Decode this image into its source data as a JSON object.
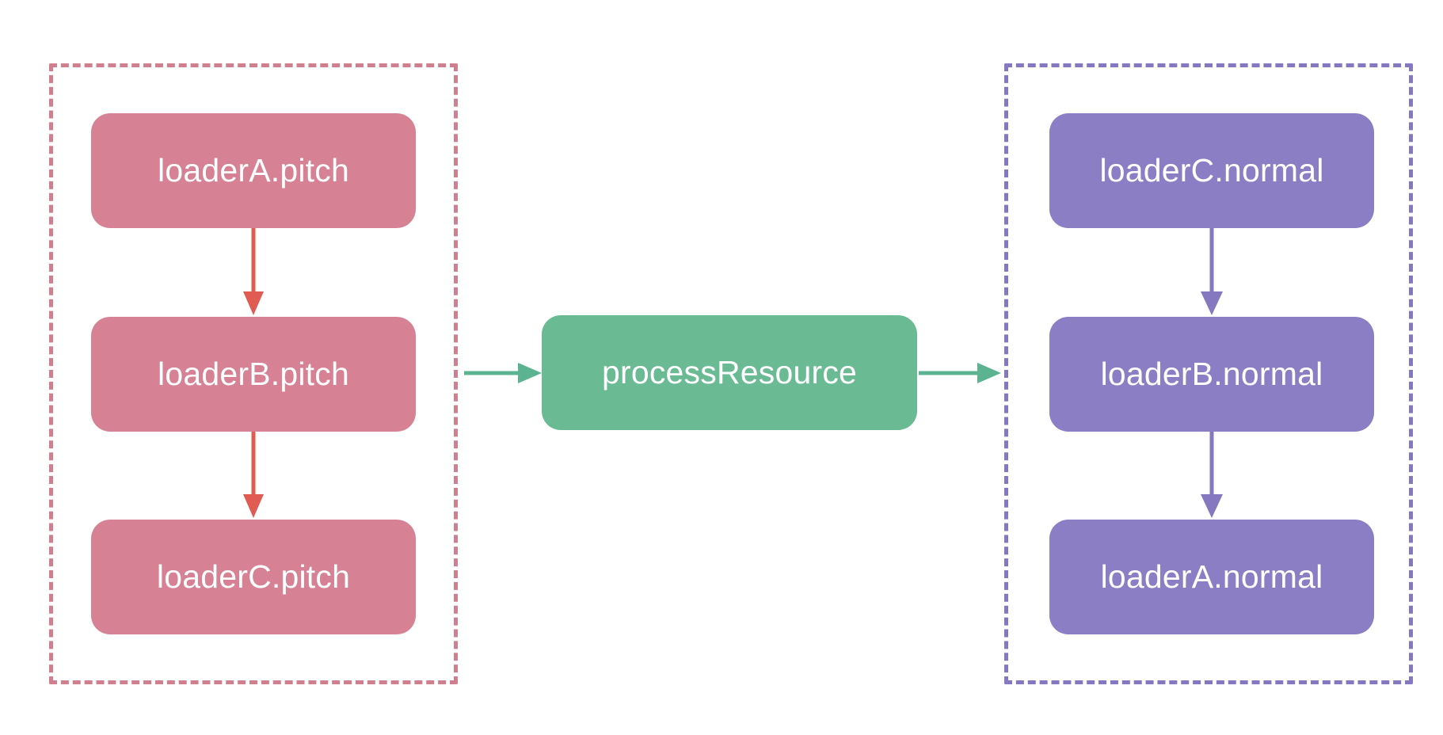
{
  "diagram": {
    "type": "flowchart",
    "orientation": "left-to-right",
    "background": "#ffffff",
    "clusters": [
      {
        "id": "cluster-pitch",
        "name": "pitch-group",
        "label": "",
        "border_color": "#d07f8f",
        "border_style": "dashed",
        "node_ids": [
          "loaderA.pitch",
          "loaderB.pitch",
          "loaderC.pitch"
        ]
      },
      {
        "id": "cluster-normal",
        "name": "normal-group",
        "label": "",
        "border_color": "#8577c0",
        "border_style": "dashed",
        "node_ids": [
          "loaderC.normal",
          "loaderB.normal",
          "loaderA.normal"
        ]
      }
    ],
    "nodes": [
      {
        "id": "loaderA.pitch",
        "label": "loaderA.pitch",
        "fill": "#d68294",
        "text_color": "#ffffff"
      },
      {
        "id": "loaderB.pitch",
        "label": "loaderB.pitch",
        "fill": "#d68294",
        "text_color": "#ffffff"
      },
      {
        "id": "loaderC.pitch",
        "label": "loaderC.pitch",
        "fill": "#d68294",
        "text_color": "#ffffff"
      },
      {
        "id": "processResource",
        "label": "processResource",
        "fill": "#6abb94",
        "text_color": "#ffffff"
      },
      {
        "id": "loaderC.normal",
        "label": "loaderC.normal",
        "fill": "#8b7ec4",
        "text_color": "#ffffff"
      },
      {
        "id": "loaderB.normal",
        "label": "loaderB.normal",
        "fill": "#8b7ec4",
        "text_color": "#ffffff"
      },
      {
        "id": "loaderA.normal",
        "label": "loaderA.normal",
        "fill": "#8b7ec4",
        "text_color": "#ffffff"
      }
    ],
    "edges": [
      {
        "id": "e1",
        "from": "loaderA.pitch",
        "to": "loaderB.pitch",
        "label": "",
        "color": "#e05c52",
        "direction": "down"
      },
      {
        "id": "e2",
        "from": "loaderB.pitch",
        "to": "loaderC.pitch",
        "label": "",
        "color": "#e05c52",
        "direction": "down"
      },
      {
        "id": "e3",
        "from": "loaderB.pitch",
        "to": "processResource",
        "label": "",
        "color": "#5cb392",
        "direction": "right"
      },
      {
        "id": "e4",
        "from": "processResource",
        "to": "loaderB.normal",
        "label": "",
        "color": "#5cb392",
        "direction": "right"
      },
      {
        "id": "e5",
        "from": "loaderC.normal",
        "to": "loaderB.normal",
        "label": "",
        "color": "#8577c0",
        "direction": "down"
      },
      {
        "id": "e6",
        "from": "loaderB.normal",
        "to": "loaderA.normal",
        "label": "",
        "color": "#8577c0",
        "direction": "down"
      }
    ],
    "colors": {
      "pitch_node": "#d68294",
      "pitch_border": "#d07f8f",
      "pitch_arrow": "#e05c52",
      "process_node": "#6abb94",
      "process_arrow": "#5cb392",
      "normal_node": "#8b7ec4",
      "normal_border": "#8577c0",
      "normal_arrow": "#8577c0",
      "node_text": "#ffffff",
      "background": "#ffffff"
    }
  }
}
